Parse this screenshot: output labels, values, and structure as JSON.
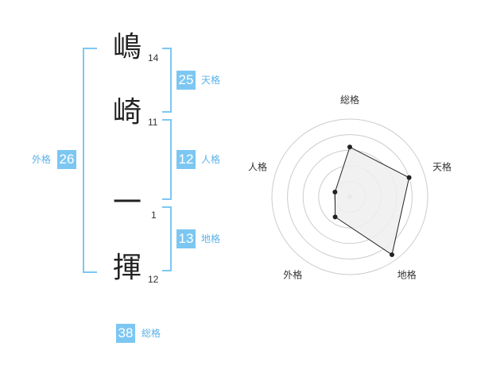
{
  "name": {
    "characters": [
      {
        "char": "嶋",
        "strokes": "14"
      },
      {
        "char": "崎",
        "strokes": "11"
      },
      {
        "char": "一",
        "strokes": "1"
      },
      {
        "char": "揮",
        "strokes": "12"
      }
    ]
  },
  "kaku": {
    "tenkaku": {
      "value": "25",
      "label": "天格"
    },
    "jinkaku": {
      "value": "12",
      "label": "人格"
    },
    "chikaku": {
      "value": "13",
      "label": "地格"
    },
    "gaikaku": {
      "value": "26",
      "label": "外格"
    },
    "soukaku": {
      "value": "38",
      "label": "総格"
    }
  },
  "chart_data": {
    "type": "radar",
    "axes": [
      "総格",
      "天格",
      "地格",
      "外格",
      "人格"
    ],
    "values": [
      3.2,
      4.0,
      4.6,
      1.6,
      1.0
    ],
    "rmax": 5,
    "rings": 5,
    "colors": {
      "fill": "#eeeeee",
      "stroke": "#222222",
      "grid": "#cccccc",
      "point": "#222222"
    }
  },
  "colors": {
    "accent": "#7cc7f2",
    "accent_text": "#5bb2e8"
  }
}
